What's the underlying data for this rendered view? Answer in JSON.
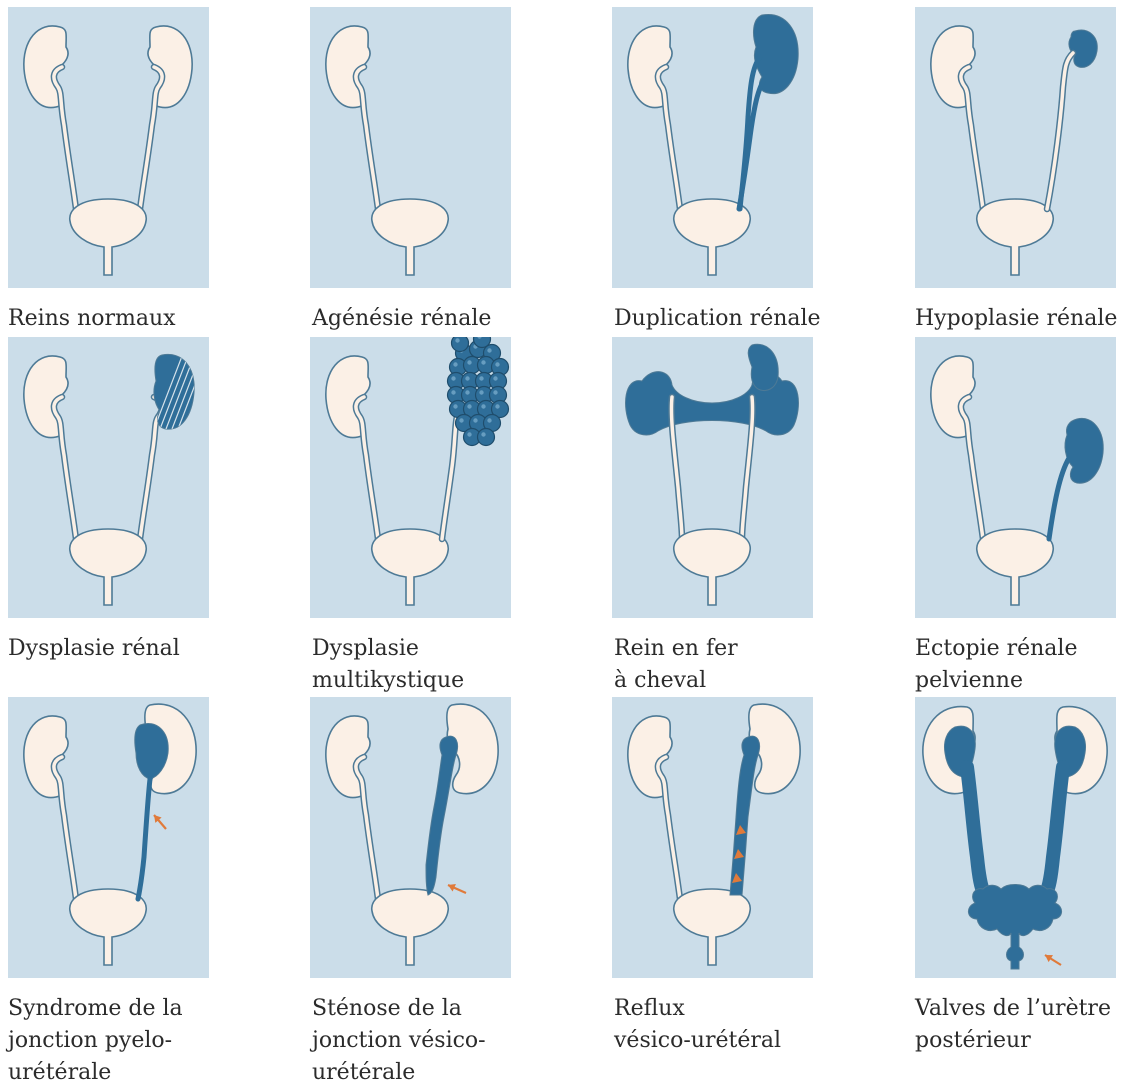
{
  "colors": {
    "panel_bg": "#cbdde9",
    "organ_fill": "#fbf0e6",
    "outline": "#4e7a96",
    "anomaly": "#2f6e99",
    "arrow": "#e07a3a"
  },
  "figures": [
    {
      "id": "normal",
      "caption": [
        "Reins normaux"
      ]
    },
    {
      "id": "agenesis",
      "caption": [
        "Agénésie rénale"
      ]
    },
    {
      "id": "duplication",
      "caption": [
        "Duplication rénale"
      ]
    },
    {
      "id": "hypoplasia",
      "caption": [
        "Hypoplasie rénale"
      ]
    },
    {
      "id": "dysplasia",
      "caption": [
        "Dysplasie rénal"
      ]
    },
    {
      "id": "multicystic",
      "caption": [
        "Dysplasie",
        "multikystique"
      ]
    },
    {
      "id": "horseshoe",
      "caption": [
        "Rein en fer",
        "à cheval"
      ]
    },
    {
      "id": "pelvic-ectopia",
      "caption": [
        "Ectopie rénale",
        "pelvienne"
      ]
    },
    {
      "id": "upj-syndrome",
      "caption": [
        "Syndrome de la",
        "jonction pyelo-",
        "urétérale"
      ]
    },
    {
      "id": "uvj-stenosis",
      "caption": [
        "Sténose de la",
        "jonction vésico-",
        "urétérale"
      ]
    },
    {
      "id": "vu-reflux",
      "caption": [
        "Reflux",
        "vésico-urétéral"
      ]
    },
    {
      "id": "posterior-valves",
      "caption": [
        "Valves de l’urètre",
        "postérieur"
      ]
    }
  ]
}
